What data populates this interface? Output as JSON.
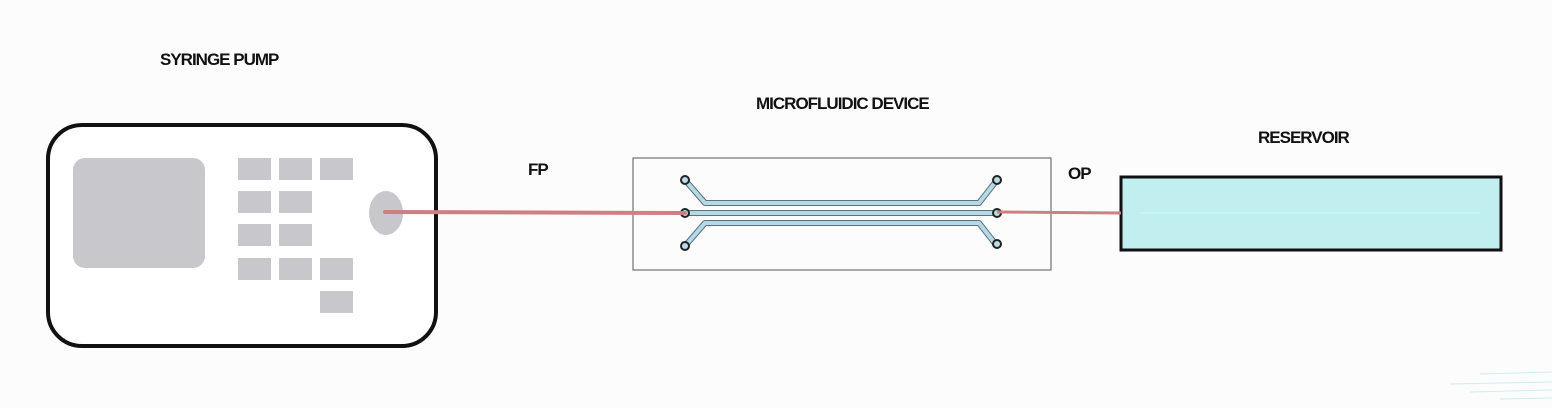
{
  "labels": {
    "syringe_pump": "SYRINGE PUMP",
    "microfluidic_device": "MICROFLUIDIC DEVICE",
    "reservoir": "RESERVOIR",
    "fp": "FP",
    "op": "OP"
  },
  "colors": {
    "background": "#fcfcfc",
    "pump_outline": "#111111",
    "pump_keys": "#c8c7cb",
    "tubing": "#cd7f84",
    "channel": "#b7d9e6",
    "port": "#b9dcea",
    "reservoir_fill": "#c1eff0",
    "device_border": "#555555"
  }
}
